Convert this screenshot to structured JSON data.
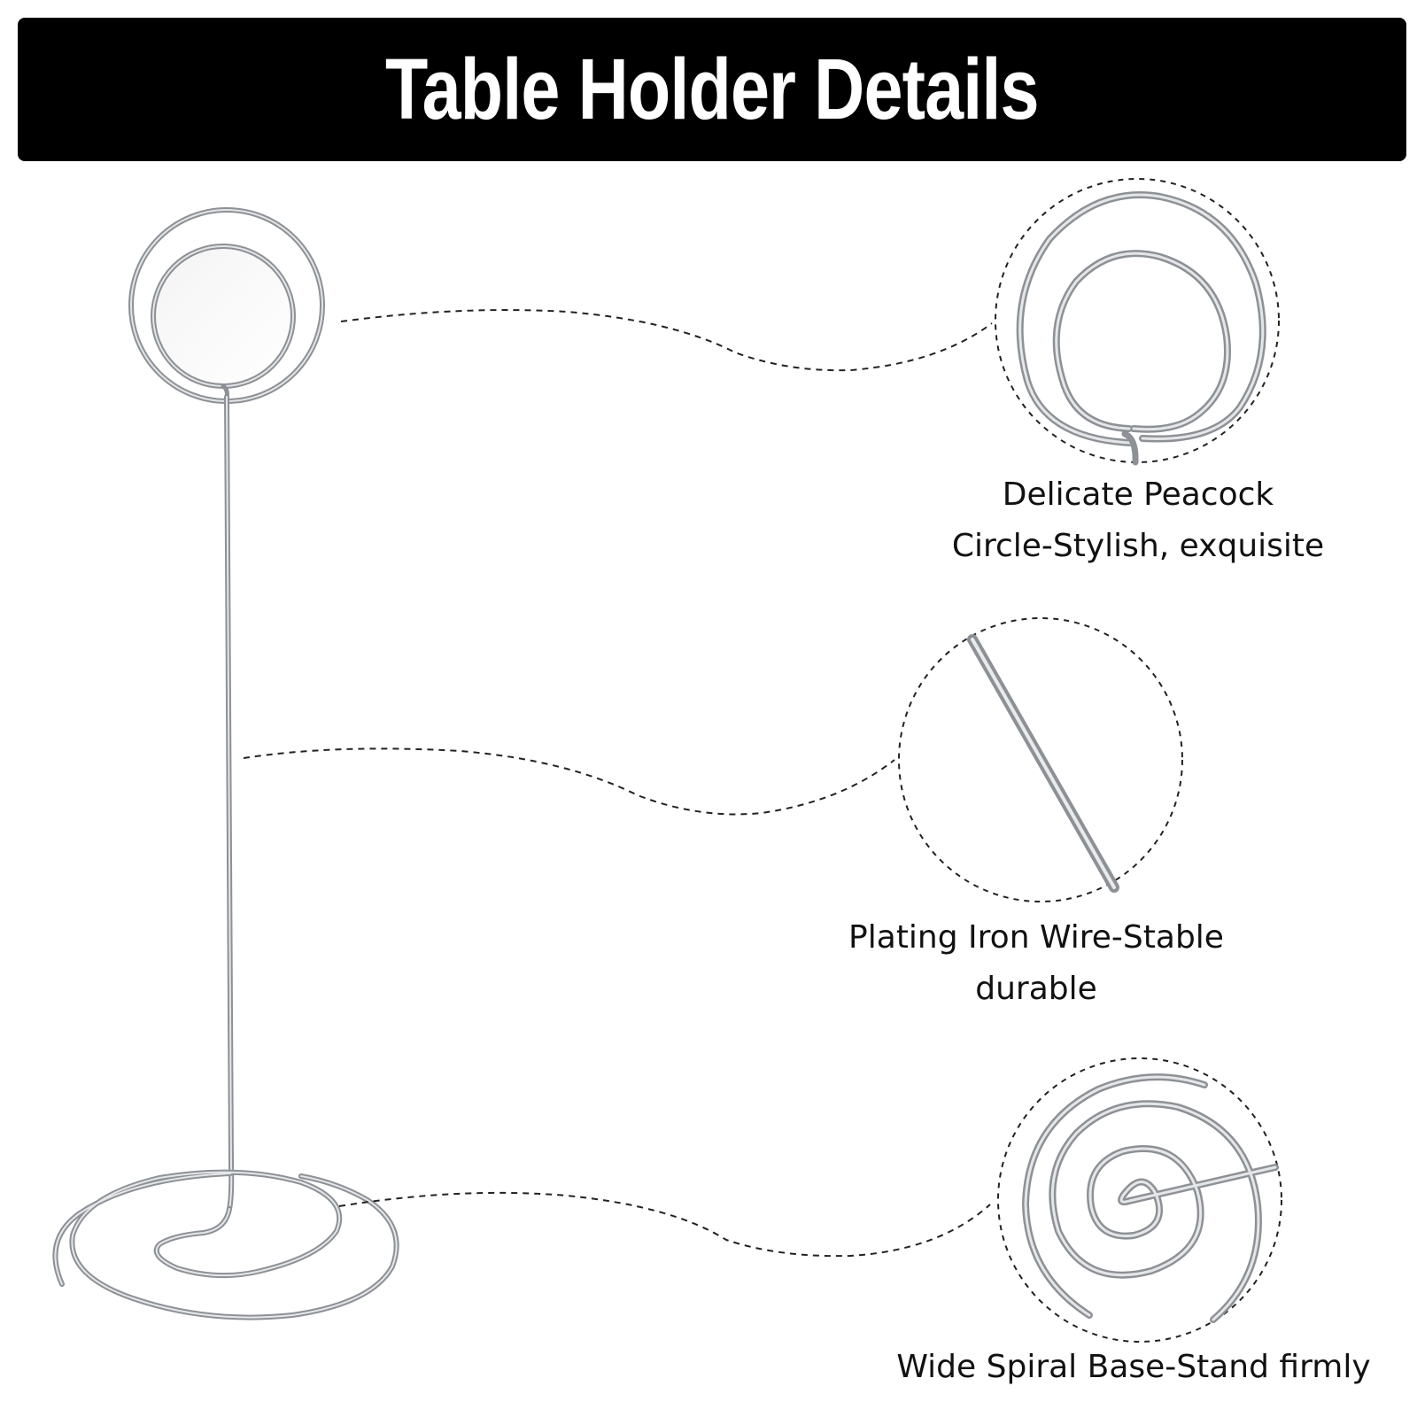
{
  "header": {
    "title": "Table Holder Details"
  },
  "details": [
    {
      "line1": "Delicate Peacock",
      "line2": "Circle-Stylish, exquisite"
    },
    {
      "line1": "Plating Iron Wire-Stable",
      "line2": "durable"
    },
    {
      "line1": "Wide Spiral Base-Stand firmly"
    }
  ],
  "colors": {
    "banner": "#000000",
    "banner_text": "#ffffff",
    "wire": "#b9bcc0",
    "wire_dark": "#8d9196",
    "dash": "#222222"
  }
}
